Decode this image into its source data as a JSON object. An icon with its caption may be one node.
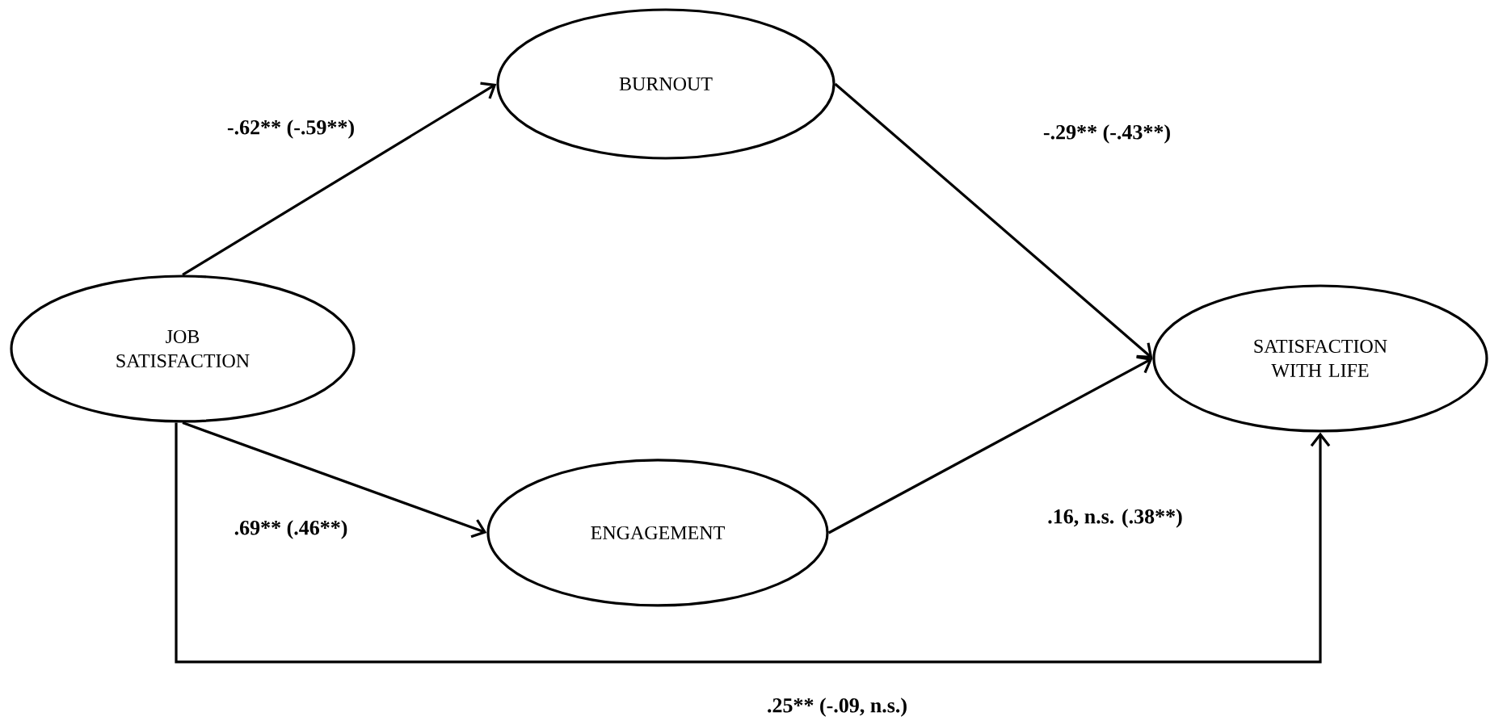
{
  "diagram": {
    "nodes": [
      {
        "text": [
          "JOB SATISFACTION"
        ]
      },
      {
        "text": [
          "BURNOUT"
        ]
      },
      {
        "text": [
          "ENGAGEMENT"
        ]
      },
      {
        "text": [
          "SATISFACTION WITH LIFE"
        ]
      }
    ],
    "edges": [
      {
        "from": 0,
        "to": 1,
        "arrow": "to",
        "label": "-.62** (-.59**)"
      },
      {
        "from": 0,
        "to": 2,
        "arrow": "to",
        "label": ".69** (.46**)"
      },
      {
        "from": 1,
        "to": 3,
        "arrow": "to",
        "label": "-.29** (-.43**)"
      },
      {
        "from": 2,
        "to": 3,
        "arrow": "to",
        "label": ".16, n.s. (.38**)"
      },
      {
        "from": 0,
        "to": 3,
        "arrow": "to",
        "label": ".25** (-.09, n.s.)"
      }
    ]
  }
}
